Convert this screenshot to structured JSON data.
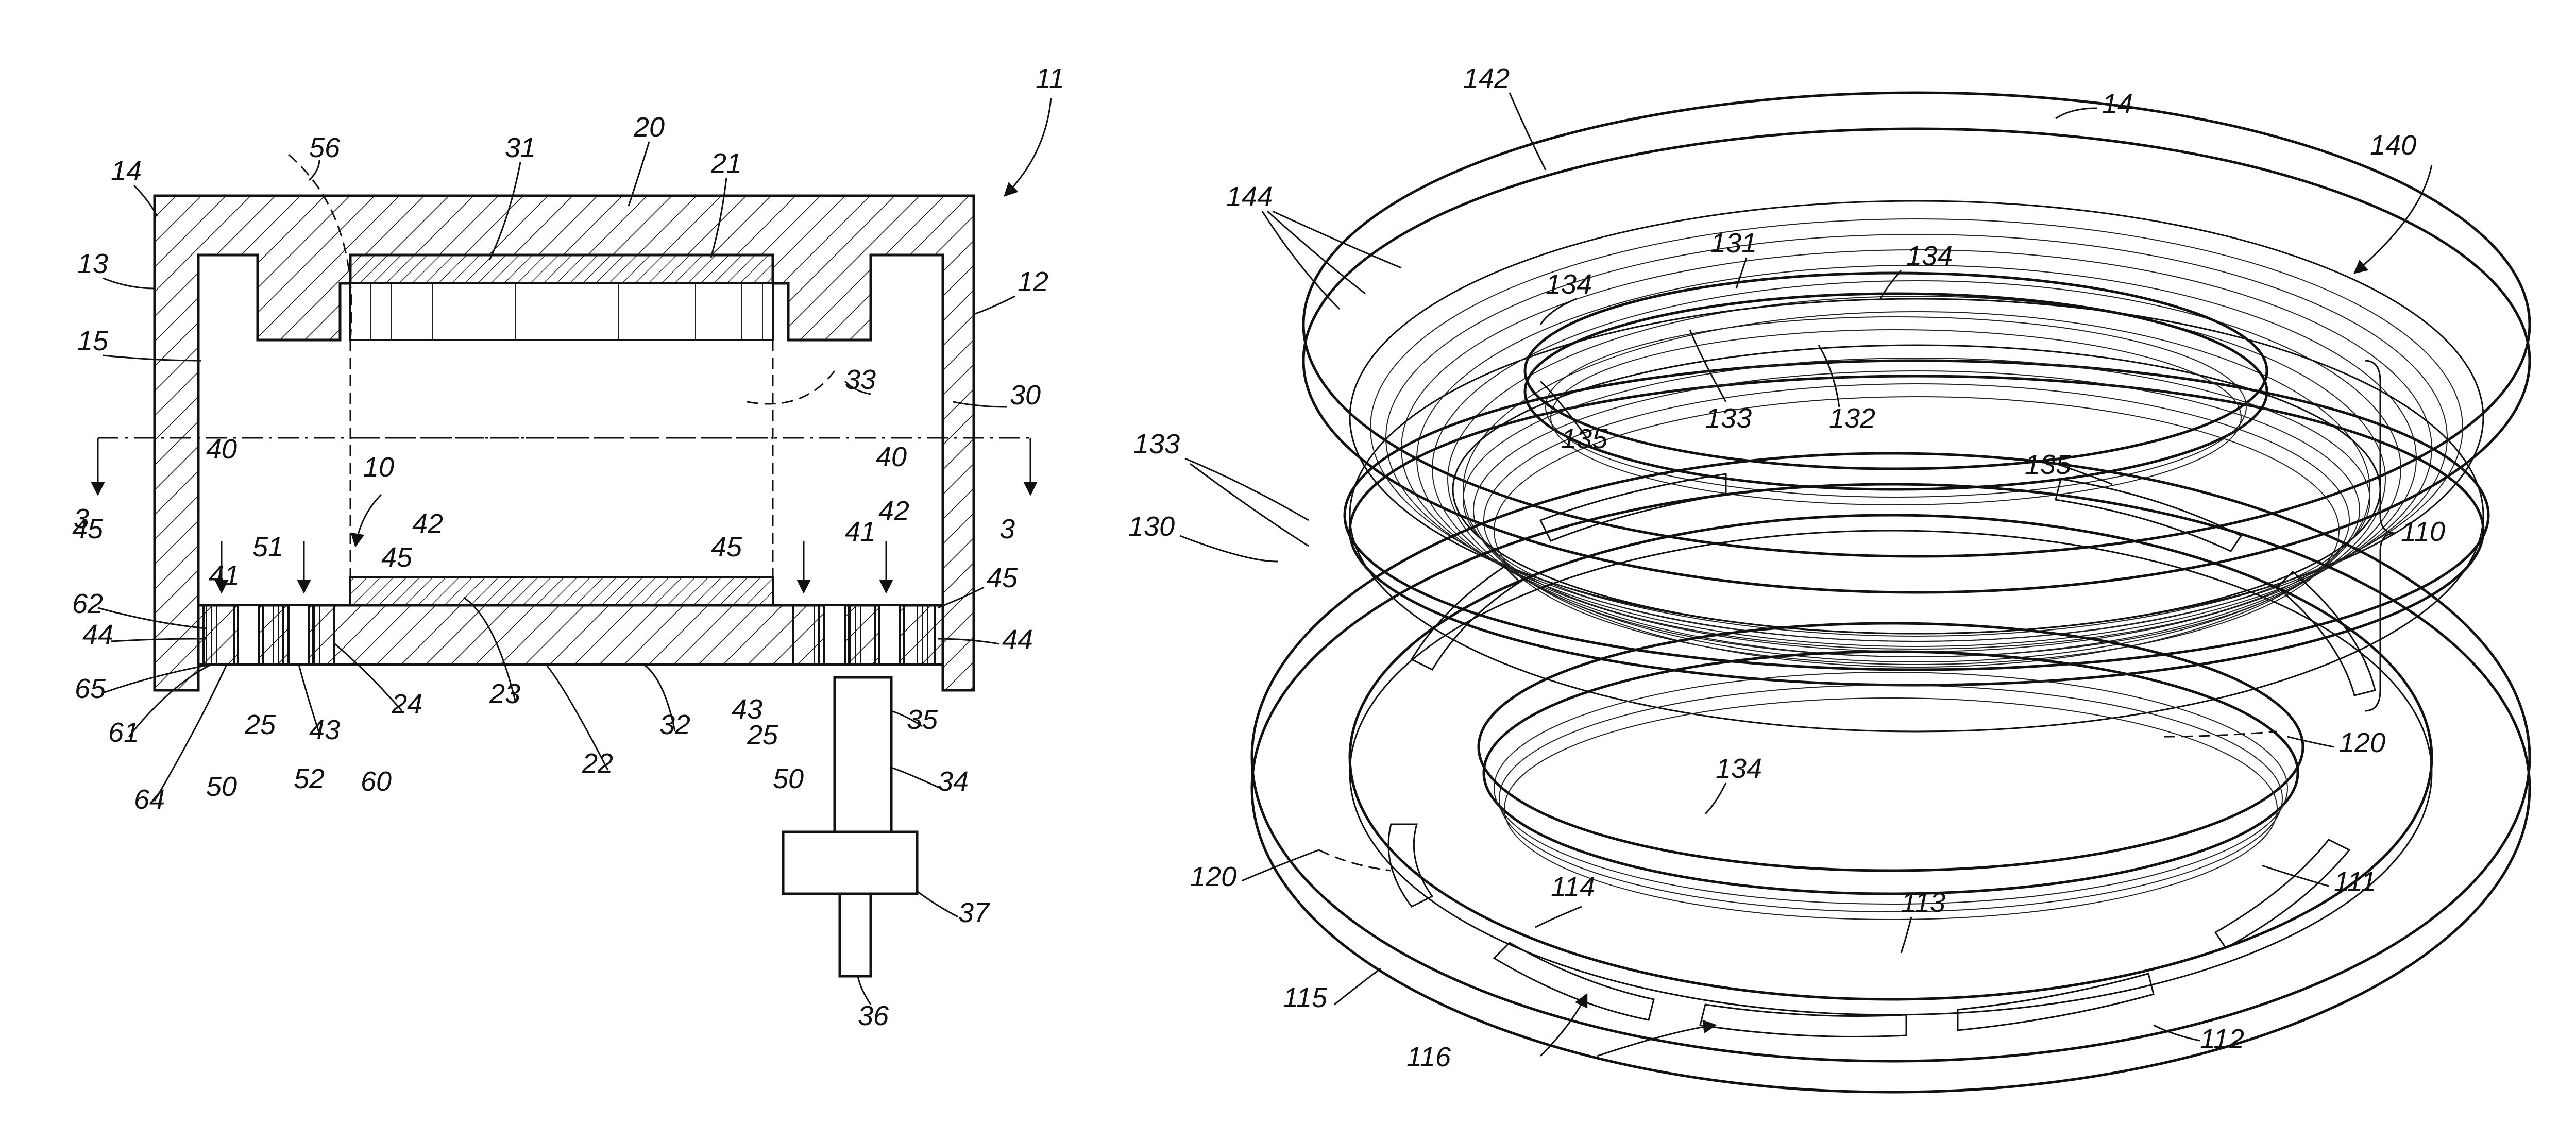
{
  "figure_left": {
    "labels": [
      "11",
      "14",
      "56",
      "31",
      "20",
      "21",
      "13",
      "12",
      "15",
      "33",
      "30",
      "40",
      "10",
      "42",
      "45",
      "51",
      "41",
      "62",
      "44",
      "65",
      "61",
      "64",
      "50",
      "25",
      "52",
      "43",
      "60",
      "24",
      "23",
      "22",
      "32",
      "35",
      "34",
      "37",
      "36"
    ],
    "section_marker": "3"
  },
  "figure_right": {
    "labels": [
      "142",
      "14",
      "140",
      "144",
      "131",
      "134",
      "134",
      "133",
      "132",
      "133",
      "135",
      "135",
      "110",
      "130",
      "120",
      "120",
      "111",
      "114",
      "113",
      "134",
      "115",
      "116",
      "112"
    ]
  }
}
